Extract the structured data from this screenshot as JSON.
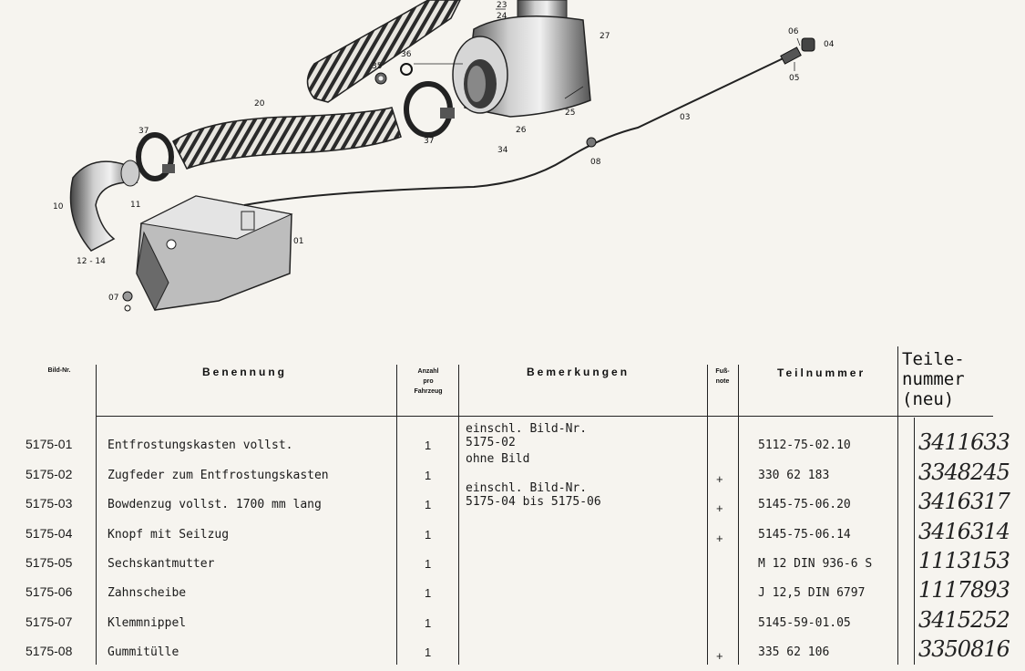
{
  "callouts": [
    "23",
    "24",
    "27",
    "06",
    "04",
    "05",
    "36",
    "35",
    "20",
    "37",
    "03",
    "37",
    "34",
    "26",
    "25",
    "08",
    "10",
    "11",
    "01",
    "12 - 14",
    "07"
  ],
  "table": {
    "headers": {
      "bild_nr": "Bild-Nr.",
      "benennung": "Benennung",
      "anzahl": "Anzahl\npro\nFahrzeug",
      "bemerkungen": "Bemerkungen",
      "fussnote": "Fuß-\nnote",
      "teilnummer": "Teilnummer",
      "teilenummer_neu": "Teile-\nnummer\n(neu)"
    },
    "rows": [
      {
        "nr": "5175-01",
        "name": "Entfrostungskasten vollst.",
        "qty": "1",
        "remark": "einschl. Bild-Nr.\n5175-02",
        "fn": "",
        "part": "5112-75-02.10",
        "new": "3411633"
      },
      {
        "nr": "5175-02",
        "name": "Zugfeder zum Entfrostungskasten",
        "qty": "1",
        "remark": "ohne Bild",
        "fn": "+",
        "part": "330 62 183",
        "new": "3348245"
      },
      {
        "nr": "5175-03",
        "name": "Bowdenzug vollst. 1700 mm lang",
        "qty": "1",
        "remark": "einschl. Bild-Nr.\n5175-04 bis 5175-06",
        "fn": "+",
        "part": "5145-75-06.20",
        "new": "3416317"
      },
      {
        "nr": "5175-04",
        "name": "Knopf mit Seilzug",
        "qty": "1",
        "remark": "",
        "fn": "+",
        "part": "5145-75-06.14",
        "new": "3416314"
      },
      {
        "nr": "5175-05",
        "name": "Sechskantmutter",
        "qty": "1",
        "remark": "",
        "fn": "",
        "part": "M 12 DIN 936-6 S",
        "new": "1113153"
      },
      {
        "nr": "5175-06",
        "name": "Zahnscheibe",
        "qty": "1",
        "remark": "",
        "fn": "",
        "part": "J 12,5 DIN 6797",
        "new": "1117893"
      },
      {
        "nr": "5175-07",
        "name": "Klemmnippel",
        "qty": "1",
        "remark": "",
        "fn": "",
        "part": "5145-59-01.05",
        "new": "3415252"
      },
      {
        "nr": "5175-08",
        "name": "Gummitülle",
        "qty": "1",
        "remark": "",
        "fn": "+",
        "part": "335 62 106",
        "new": "3350816"
      }
    ]
  }
}
